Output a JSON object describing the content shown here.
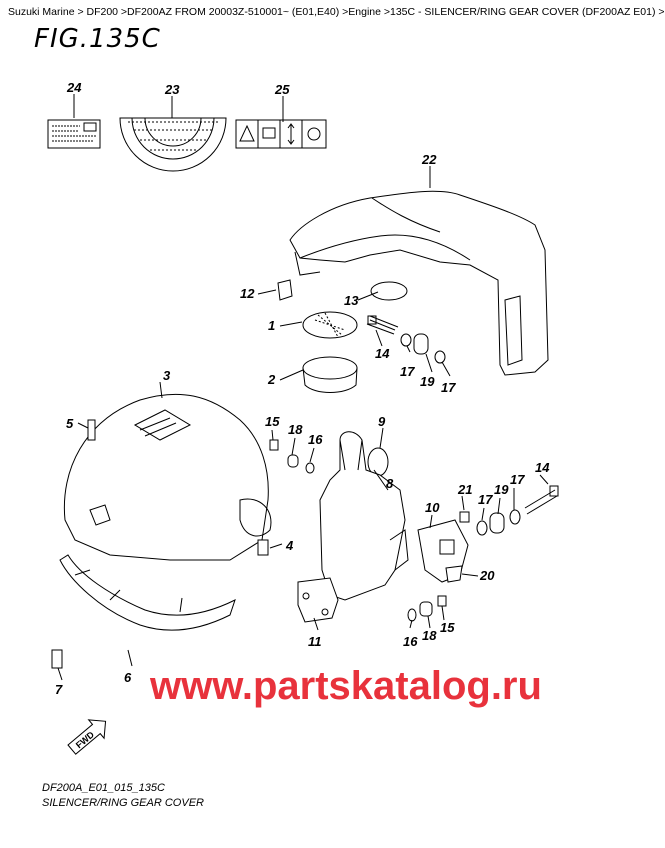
{
  "breadcrumb": "Suzuki Marine > DF200 >DF200AZ FROM 20003Z-510001~ (E01,E40) >Engine >135C - SILENCER/RING GEAR COVER (DF200AZ E01) >",
  "figure_title": "FIG.135C",
  "callouts": [
    "24",
    "23",
    "25",
    "22",
    "12",
    "13",
    "1",
    "14",
    "17",
    "19",
    "17",
    "2",
    "3",
    "5",
    "15",
    "18",
    "16",
    "9",
    "8",
    "21",
    "17",
    "19",
    "17",
    "14",
    "10",
    "4",
    "20",
    "11",
    "16",
    "18",
    "15",
    "7",
    "6"
  ],
  "fwd_label": "FWD",
  "watermark": "www.partskatalog.ru",
  "footer": {
    "code": "DF200A_E01_015_135C",
    "name": "SILENCER/RING GEAR COVER"
  }
}
